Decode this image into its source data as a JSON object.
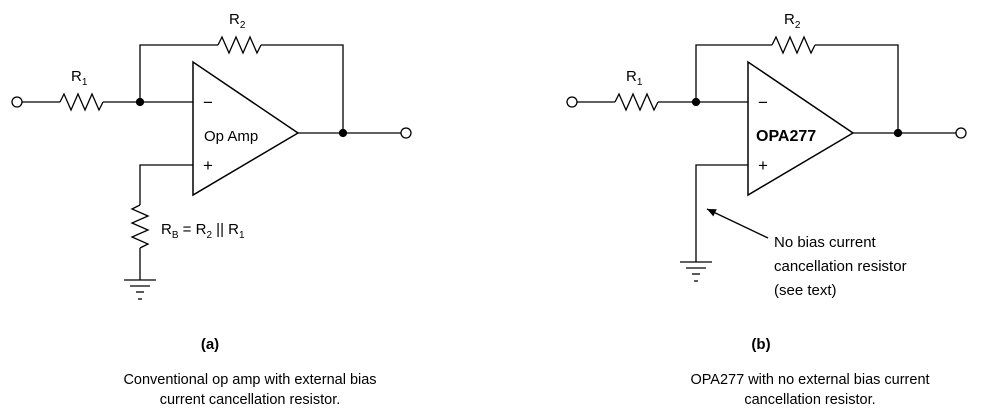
{
  "circuit_a": {
    "r1": {
      "main": "R",
      "sub": "1"
    },
    "r2": {
      "main": "R",
      "sub": "2"
    },
    "opamp_label": "Op Amp",
    "minus_sign": "−",
    "plus_sign": "+",
    "rb": {
      "r": "R",
      "b": "B",
      "eq": " = R",
      "two": "2",
      "par": " || R",
      "one": "1"
    },
    "tag": "(a)",
    "caption_line1": "Conventional op amp with external bias",
    "caption_line2": "current cancellation resistor."
  },
  "circuit_b": {
    "r1": {
      "main": "R",
      "sub": "1"
    },
    "r2": {
      "main": "R",
      "sub": "2"
    },
    "opamp_label": "OPA277",
    "minus_sign": "−",
    "plus_sign": "+",
    "note_line1": "No bias current",
    "note_line2": "cancellation resistor",
    "note_line3": "(see text)",
    "tag": "(b)",
    "caption_line1": "OPA277 with no external bias current",
    "caption_line2": "cancellation resistor."
  }
}
